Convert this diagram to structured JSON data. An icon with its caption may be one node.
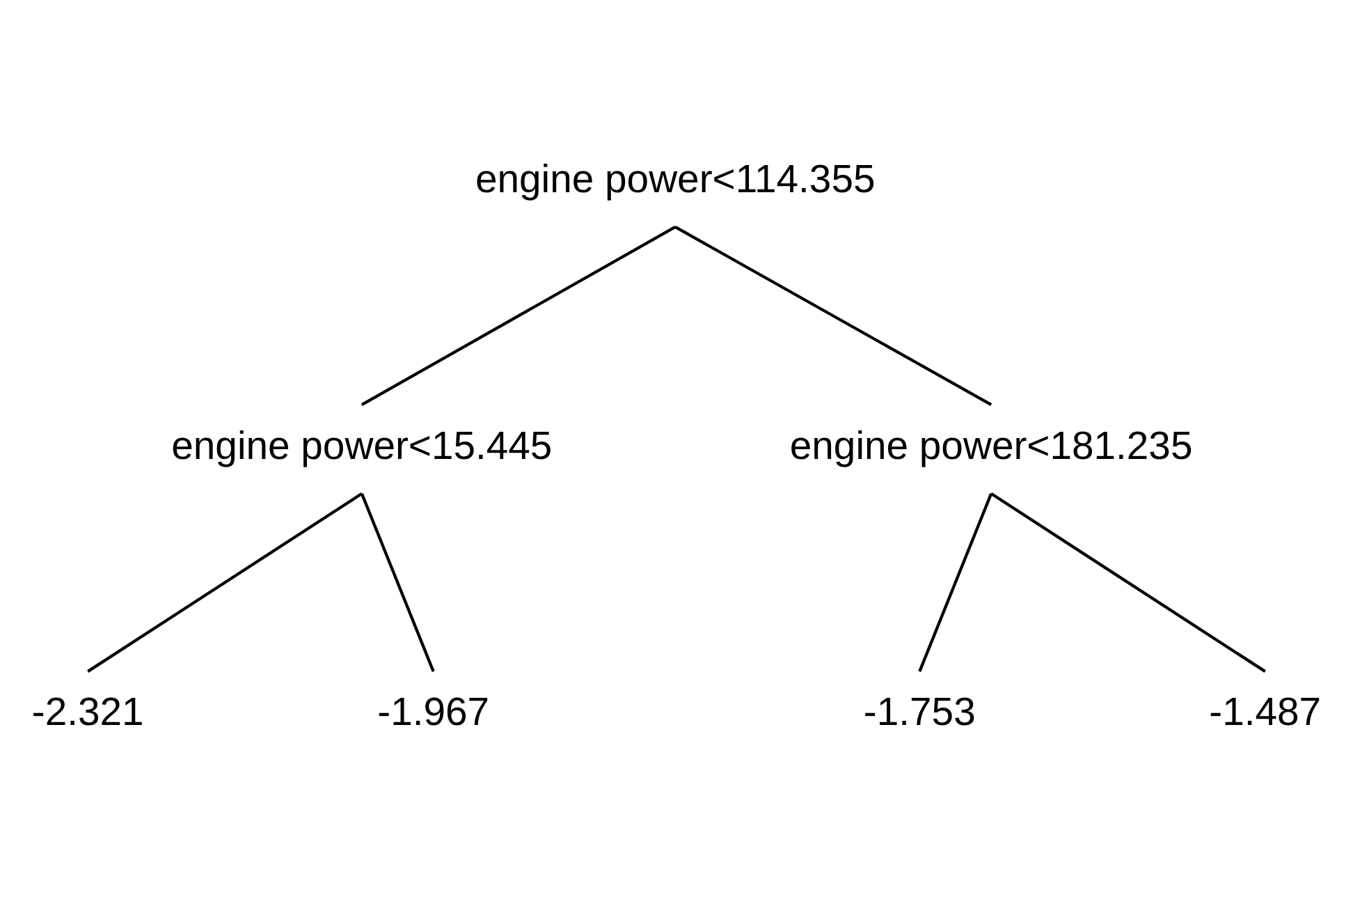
{
  "diagram": {
    "nodes": [
      {
        "text": [
          "engine power<114.355"
        ]
      },
      {
        "text": [
          "engine power<15.445"
        ]
      },
      {
        "text": [
          "engine power<181.235"
        ]
      },
      {
        "text": [
          "-2.321"
        ]
      },
      {
        "text": [
          "-1.967"
        ]
      },
      {
        "text": [
          "-1.753"
        ]
      },
      {
        "text": [
          "-1.487"
        ]
      }
    ],
    "edges": [
      {
        "from": 0,
        "to": 1,
        "arrow": "none"
      },
      {
        "from": 0,
        "to": 2,
        "arrow": "none"
      },
      {
        "from": 1,
        "to": 3,
        "arrow": "none"
      },
      {
        "from": 1,
        "to": 4,
        "arrow": "none"
      },
      {
        "from": 2,
        "to": 5,
        "arrow": "none"
      },
      {
        "from": 2,
        "to": 6,
        "arrow": "none"
      }
    ]
  }
}
